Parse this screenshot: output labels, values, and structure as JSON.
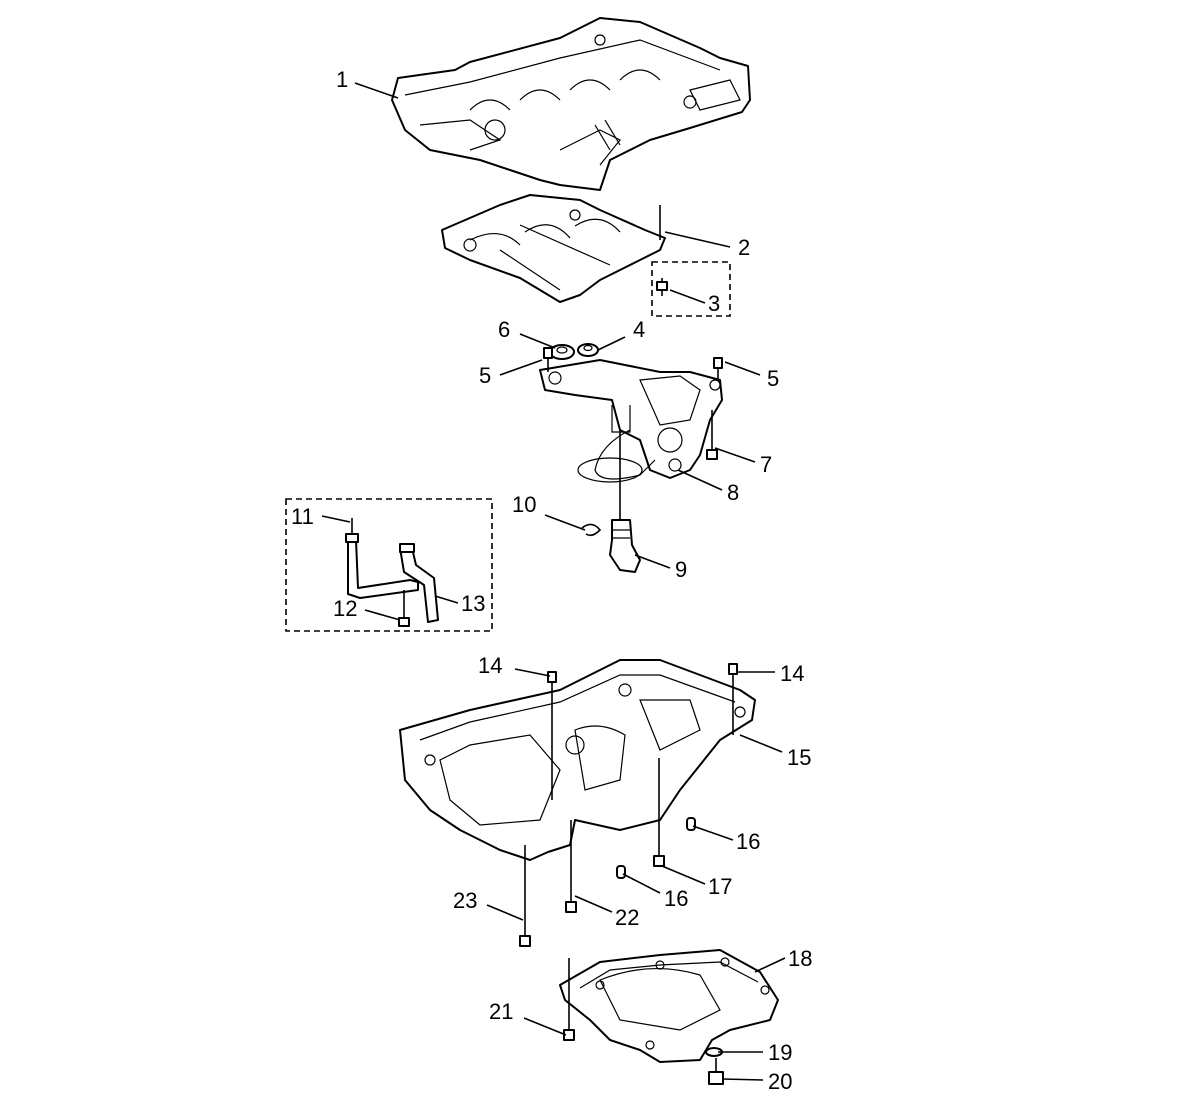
{
  "labels": {
    "l1": "1",
    "l2": "2",
    "l3": "3",
    "l4": "4",
    "l5a": "5",
    "l5b": "5",
    "l6": "6",
    "l7": "7",
    "l8": "8",
    "l9": "9",
    "l10": "10",
    "l11": "11",
    "l12": "12",
    "l13": "13",
    "l14a": "14",
    "l14b": "14",
    "l15": "15",
    "l16a": "16",
    "l16b": "16",
    "l17": "17",
    "l18": "18",
    "l19": "19",
    "l20": "20",
    "l21": "21",
    "l22": "22",
    "l23": "23"
  }
}
